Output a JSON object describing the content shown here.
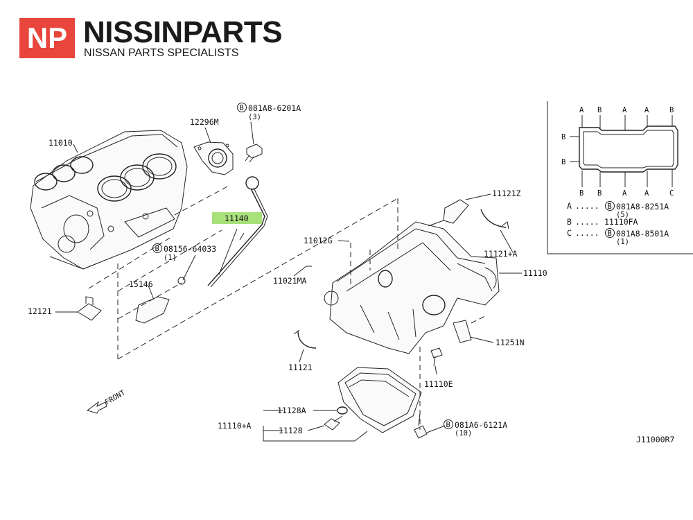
{
  "logo": {
    "mark": "NP",
    "brand": "NISSINPARTS",
    "tagline": "NISSAN PARTS SPECIALISTS"
  },
  "labels": {
    "block": "11010",
    "seal": "12296M",
    "bolt_top": "081A8-6201A",
    "bolt_top_qty": "(3)",
    "dipstick": "11140",
    "bolt_guide": "08156-64033",
    "bolt_guide_qty": "(1)",
    "bracket": "15146",
    "sensor": "12121",
    "plug_top": "11012G",
    "stud": "11021MA",
    "baffle_top": "11121Z",
    "baffle_right": "11121+A",
    "upper_pan": "11110",
    "gasket_plate": "11251N",
    "bolt_e": "11110E",
    "baffle_left": "11121",
    "washer": "11128A",
    "assembly": "11110+A",
    "drain_plug": "11128",
    "bolt_bottom": "081A6-6121A",
    "bolt_bottom_qty": "(10)",
    "front": "FRONT",
    "diagram_code": "J11000R7"
  },
  "legend": {
    "top_letters": [
      "A",
      "B",
      "A",
      "A",
      "B"
    ],
    "left_letters": [
      "B",
      "B"
    ],
    "bottom_letters": [
      "B",
      "B",
      "A",
      "A",
      "C"
    ],
    "rows": [
      {
        "key": "A",
        "dots": ".....",
        "part": "081A8-8251A",
        "qty": "(5)",
        "bolt": true
      },
      {
        "key": "B",
        "dots": ".....",
        "part": "11110FA",
        "qty": "",
        "bolt": false
      },
      {
        "key": "C",
        "dots": ".....",
        "part": "081A8-8501A",
        "qty": "(1)",
        "bolt": true
      }
    ]
  },
  "circled_b": "B",
  "colors": {
    "logo_red": "#e8453c",
    "highlight_green": "#a8e07a"
  }
}
